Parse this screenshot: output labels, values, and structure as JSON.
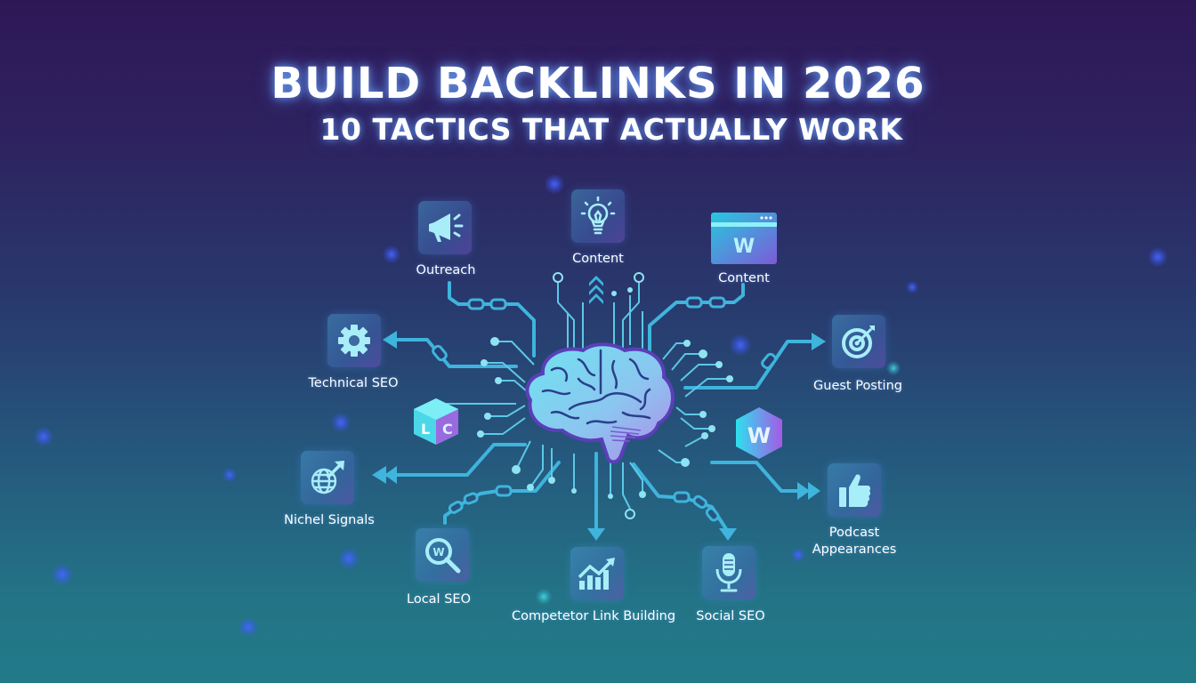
{
  "header": {
    "title": "BUILD BACKLINKS IN 2026",
    "subtitle": "10 TACTICS THAT ACTUALLY WORK"
  },
  "center": {
    "icon": "brain-icon"
  },
  "tactics": [
    {
      "label": "Outreach",
      "icon": "megaphone-icon"
    },
    {
      "label": "Content",
      "icon": "lightbulb-icon"
    },
    {
      "label": "Content",
      "icon": "browser-window-w-icon"
    },
    {
      "label": "Technical SEO",
      "icon": "gear-icon"
    },
    {
      "label": "Guest Posting",
      "icon": "target-arrow-icon"
    },
    {
      "label": "Nichel Signals",
      "icon": "globe-arrow-icon"
    },
    {
      "label": "Podcast Appearances",
      "label_lines": [
        "Podcast",
        "Appearances"
      ],
      "icon": "thumbs-up-icon"
    },
    {
      "label": "Local SEO",
      "icon": "search-w-icon"
    },
    {
      "label": "Competetor Link Building",
      "icon": "growth-chart-icon"
    },
    {
      "label": "Social SEO",
      "icon": "microphone-icon"
    }
  ],
  "badges": [
    {
      "text_left": "L",
      "text_right": "C",
      "icon": "lc-cube-icon"
    },
    {
      "text": "W",
      "icon": "w-hexagon-icon"
    }
  ],
  "colors": {
    "bg_top": "#2f1756",
    "bg_bottom": "#227a88",
    "circuit": "#3fb4dc",
    "circuit_light": "#8ee3f2",
    "icon": "#a8eef8",
    "brain_cyan": "#6fe3f0",
    "brain_purple": "#a98ae8",
    "text": "#ffffff"
  }
}
